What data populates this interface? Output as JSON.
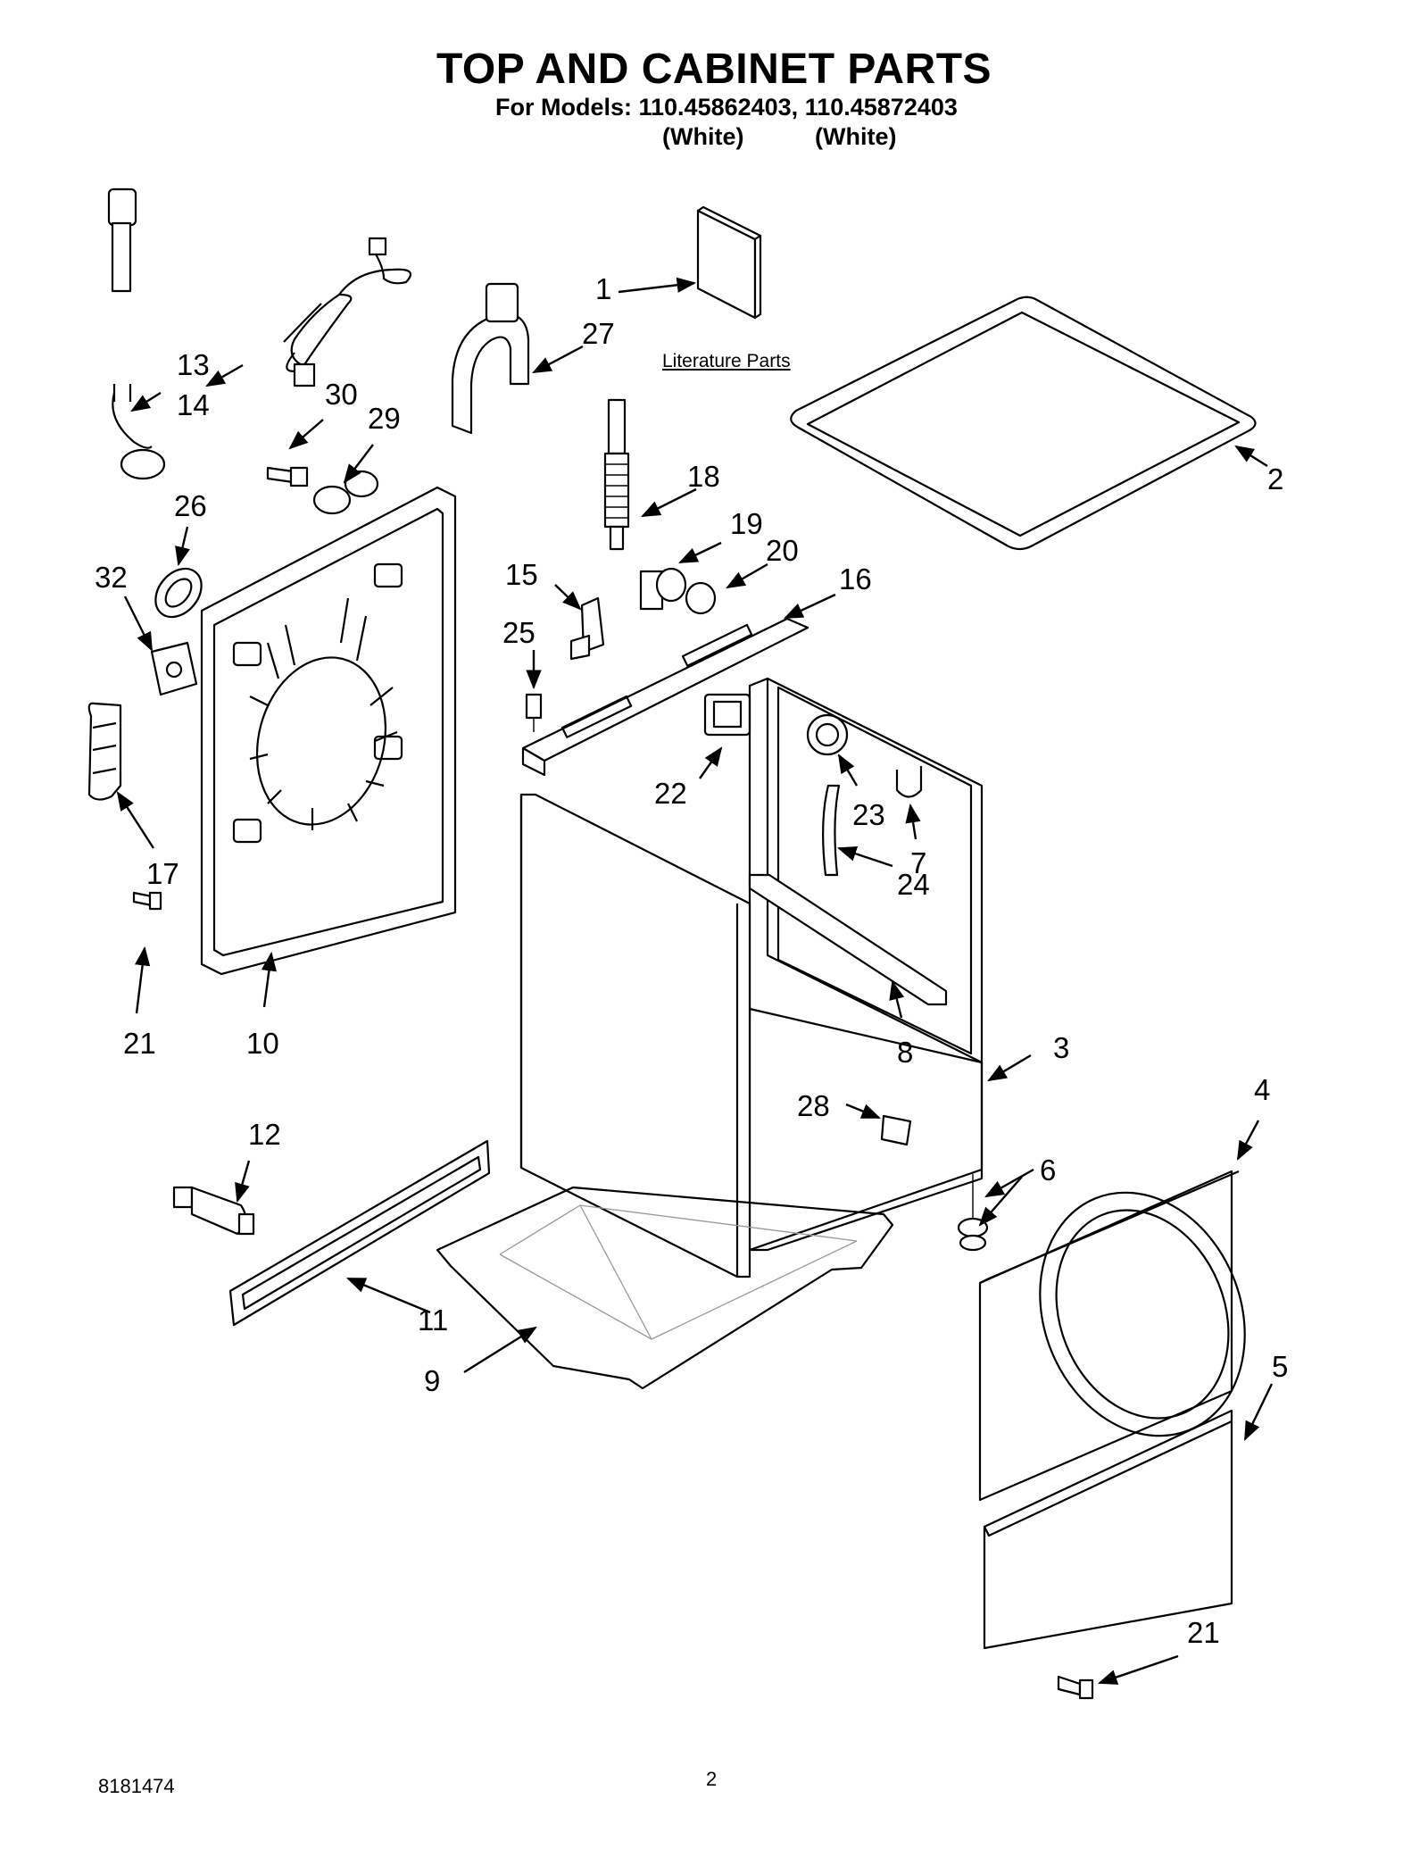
{
  "header": {
    "title": "TOP AND CABINET PARTS",
    "subtitle": "For Models: 110.45862403, 110.45872403",
    "model_colors": [
      "(White)",
      "(White)"
    ]
  },
  "literature_label": "Literature Parts",
  "footer": {
    "doc_number": "8181474",
    "page_number": "2"
  },
  "callouts": [
    "1",
    "2",
    "3",
    "4",
    "5",
    "6",
    "7",
    "8",
    "9",
    "10",
    "11",
    "12",
    "13",
    "14",
    "15",
    "16",
    "17",
    "18",
    "19",
    "20",
    "21",
    "21",
    "22",
    "23",
    "24",
    "25",
    "26",
    "27",
    "28",
    "29",
    "30",
    "32"
  ]
}
